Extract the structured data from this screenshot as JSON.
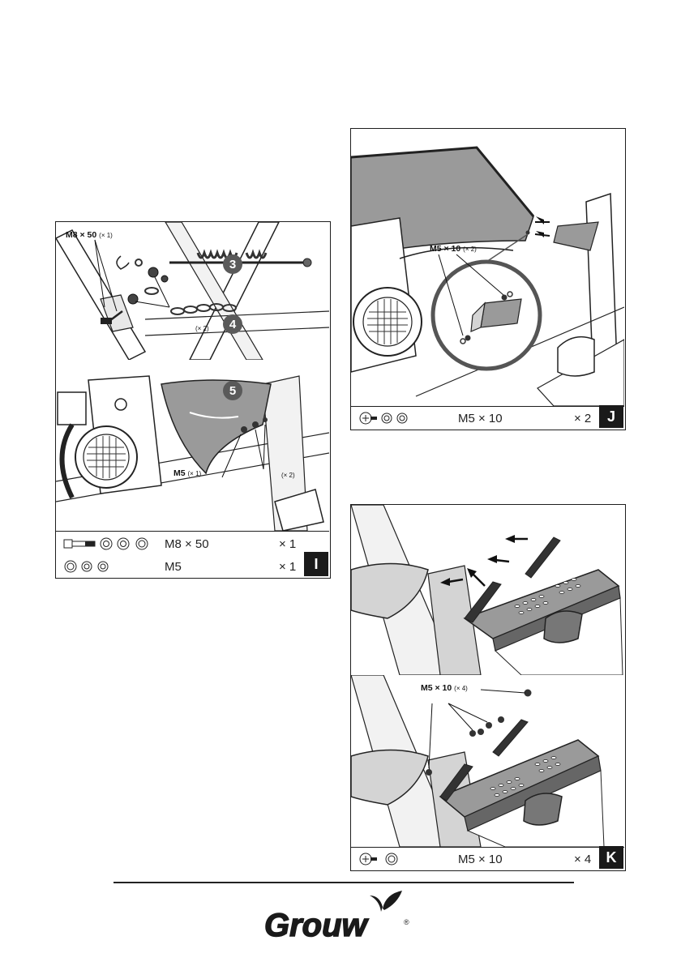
{
  "panel_i": {
    "badge": "I",
    "callout_m8": "M8 × 50",
    "callout_m8_qty": "(× 1)",
    "step3": "3",
    "step4": "4",
    "step5": "5",
    "callout_x2_top": "(× 2)",
    "callout_m5": "M5",
    "callout_m5_qty": "(× 1)",
    "callout_x2_bottom": "(× 2)",
    "rows": [
      {
        "size": "M8 × 50",
        "qty": "× 1"
      },
      {
        "size": "M5",
        "qty": "× 1"
      }
    ]
  },
  "panel_j": {
    "badge": "J",
    "callout": "M5 × 10",
    "callout_qty": "(× 2)",
    "row": {
      "size": "M5 × 10",
      "qty": "× 2"
    }
  },
  "panel_k": {
    "badge": "K",
    "callout": "M5 × 10",
    "callout_qty": "(× 4)",
    "row": {
      "size": "M5 × 10",
      "qty": "× 4"
    }
  },
  "footer": {
    "brand": "Grouw",
    "registered": "®"
  },
  "colors": {
    "ink": "#1a1a1a",
    "gray_fill": "#9a9a9a",
    "light_fill": "#d4d4d4"
  }
}
